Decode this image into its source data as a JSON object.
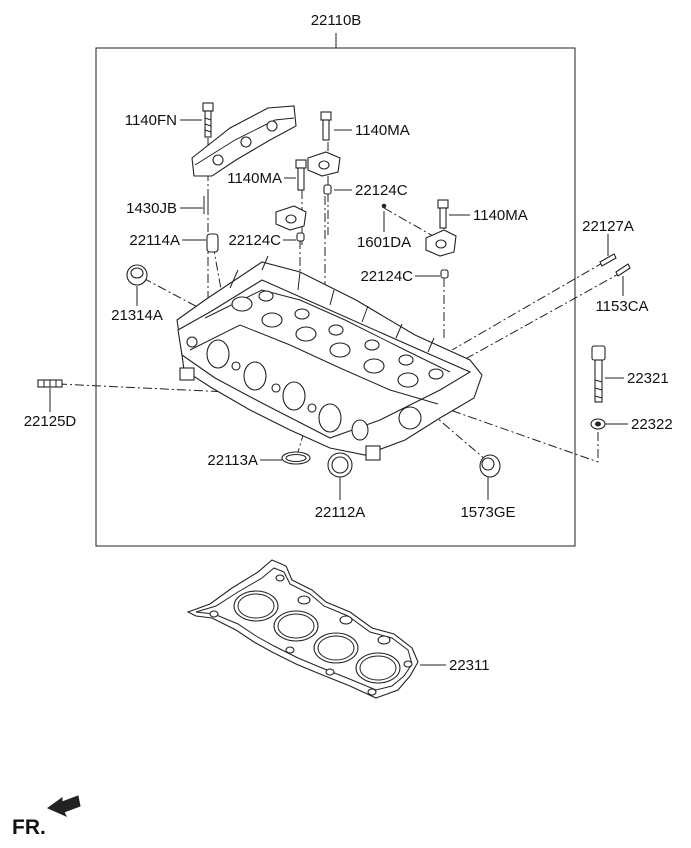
{
  "parts": {
    "head_assembly": "22110B",
    "bolt_1140FN": "1140FN",
    "bolt_1140MA_top": "1140MA",
    "bolt_1140MA_mid": "1140MA",
    "bolt_1140MA_right": "1140MA",
    "pin_1430JB": "1430JB",
    "plug_22124C_top": "22124C",
    "plug_22124C_mid": "22124C",
    "plug_22124C_low": "22124C",
    "dowel_22114A": "22114A",
    "pin_1601DA": "1601DA",
    "plug_21314A": "21314A",
    "stud_22127A": "22127A",
    "stud_1153CA": "1153CA",
    "stud_22125D": "22125D",
    "bolt_22321": "22321",
    "washer_22322": "22322",
    "seal_22113A": "22113A",
    "seal_22112A": "22112A",
    "plug_1573GE": "1573GE",
    "gasket_22311": "22311"
  },
  "direction_label": "FR."
}
